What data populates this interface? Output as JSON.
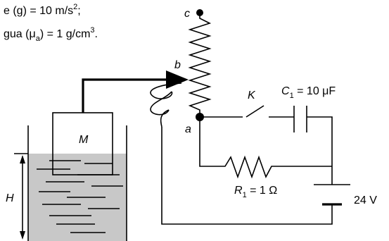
{
  "text": {
    "line1": "e (g) = 10 m/s",
    "line1_exp": "2",
    "line1_end": ";",
    "line2": "gua (μ",
    "line2_sub": "a",
    "line2_end": ") = 1 g/cm",
    "line2_exp": "3",
    "line2_dot": "."
  },
  "labels": {
    "c": "c",
    "b": "b",
    "a": "a",
    "K": "K",
    "M": "M",
    "H": "H",
    "C1": "C",
    "C1_sub": "1",
    "C1_val": " = 10 μF",
    "R1": "R",
    "R1_sub": "1",
    "R1_val": " = 1 Ω",
    "battery": "24 V"
  },
  "colors": {
    "line": "#000000",
    "water": "#c8c8c8",
    "background": "#ffffff"
  }
}
